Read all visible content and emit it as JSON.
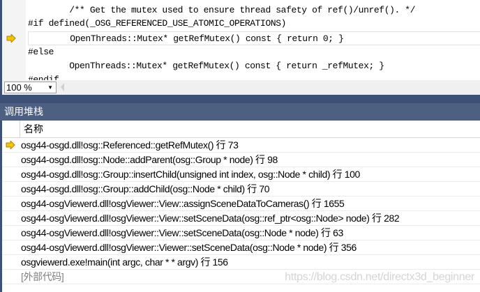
{
  "editor": {
    "lines": [
      "        /** Get the mutex used to ensure thread safety of ref()/unref(). */",
      "#if defined(_OSG_REFERENCED_USE_ATOMIC_OPERATIONS)",
      "        OpenThreads::Mutex* getRefMutex() const { return 0; }",
      "#else",
      "        OpenThreads::Mutex* getRefMutex() const { return _refMutex; }",
      "#endif"
    ],
    "current_line_index": 2,
    "zoom": "100 %"
  },
  "call_stack": {
    "title": "调用堆栈",
    "column_header": "名称",
    "rows": [
      "osg44-osgd.dll!osg::Referenced::getRefMutex() 行 73",
      "osg44-osgd.dll!osg::Node::addParent(osg::Group * node) 行 98",
      "osg44-osgd.dll!osg::Group::insertChild(unsigned int index, osg::Node * child) 行 100",
      "osg44-osgd.dll!osg::Group::addChild(osg::Node * child) 行 70",
      "osg44-osgViewerd.dll!osgViewer::View::assignSceneDataToCameras() 行 1655",
      "osg44-osgViewerd.dll!osgViewer::View::setSceneData(osg::ref_ptr<osg::Node> node) 行 282",
      "osg44-osgViewerd.dll!osgViewer::View::setSceneData(osg::Node * node) 行 63",
      "osg44-osgViewerd.dll!osgViewer::Viewer::setSceneData(osg::Node * node) 行 356",
      "osgviewerd.exe!main(int argc, char * * argv) 行 156"
    ],
    "external": "[外部代码]"
  },
  "watermark": "https://blog.csdn.net/directx3d_beginner",
  "colors": {
    "accent": "#4d6082",
    "frame": "#3c5078",
    "arrow": "#f5c400"
  }
}
